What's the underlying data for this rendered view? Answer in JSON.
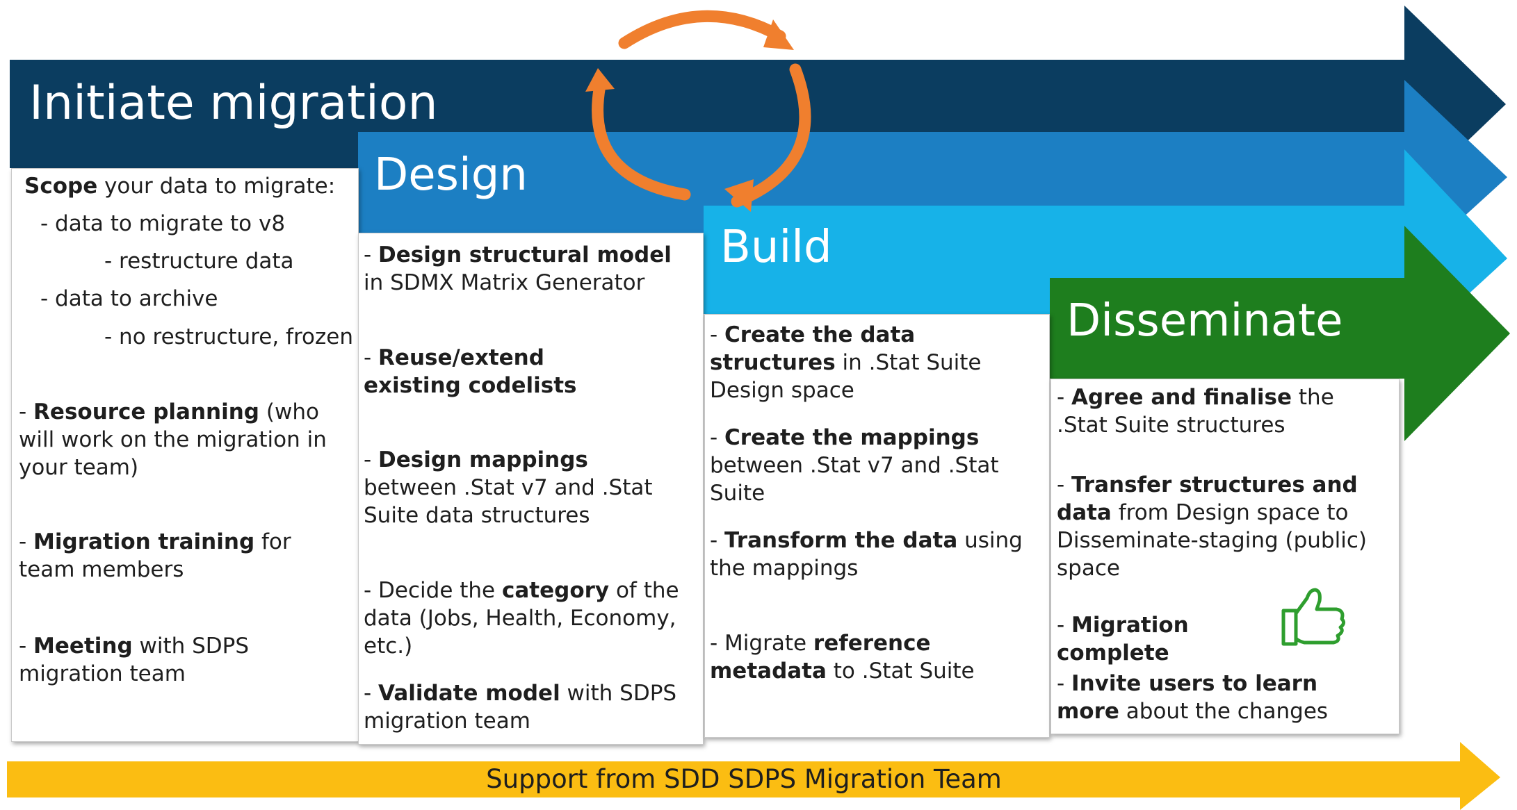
{
  "colors": {
    "initiate": "#0b3d60",
    "design": "#1c7fc3",
    "build": "#17b2e8",
    "disseminate": "#1e7e1e",
    "support": "#fbbd12",
    "cycle": "#f07f2e"
  },
  "phases": {
    "initiate": {
      "title": "Initiate migration",
      "items": [
        {
          "b": "Scope",
          "t": " your data to migrate:"
        },
        {
          "t": "- data to migrate to v8"
        },
        {
          "t": "- restructure data"
        },
        {
          "t": "- data to archive"
        },
        {
          "t": "- no restructure, frozen"
        },
        {
          "p": "- ",
          "b": "Resource planning",
          "t": " (who will work on the migration in your team)"
        },
        {
          "p": "- ",
          "b": "Migration training",
          "t": " for team members"
        },
        {
          "p": "- ",
          "b": "Meeting",
          "t": " with SDPS migration team"
        }
      ]
    },
    "design": {
      "title": "Design",
      "items": [
        {
          "p": "- ",
          "b": "Design structural model",
          "t": " in SDMX Matrix Generator"
        },
        {
          "p": "- ",
          "b": "Reuse/extend existing codelists",
          "t": ""
        },
        {
          "p": "- ",
          "b": "Design mappings",
          "t": " between .Stat v7 and .Stat Suite data structures"
        },
        {
          "p": "- Decide the ",
          "b": "category",
          "t": " of the data (Jobs, Health, Economy, etc.)"
        },
        {
          "p": "- ",
          "b": "Validate model",
          "t": " with SDPS migration team"
        }
      ]
    },
    "build": {
      "title": "Build",
      "items": [
        {
          "p": "- ",
          "b": "Create the data structures",
          "t": " in .Stat Suite Design space"
        },
        {
          "p": "- ",
          "b": "Create the mappings",
          "t": " between .Stat v7 and .Stat Suite"
        },
        {
          "p": "- ",
          "b": "Transform the data",
          "t": " using the mappings"
        },
        {
          "p": "- Migrate ",
          "b": "reference metadata",
          "t": " to .Stat Suite"
        }
      ]
    },
    "disseminate": {
      "title": "Disseminate",
      "items": [
        {
          "p": "- ",
          "b": "Agree and finalise",
          "t": " the .Stat Suite structures"
        },
        {
          "p": "- ",
          "b": "Transfer structures and data",
          "t": " from Design space to Disseminate-staging (public) space"
        },
        {
          "p": "- ",
          "b": "Migration complete",
          "t": ""
        },
        {
          "p": "- ",
          "b": "Invite users to learn more",
          "t": " about the changes"
        }
      ]
    }
  },
  "support": {
    "label": "Support from SDD SDPS Migration Team"
  },
  "icons": {
    "cycle": "cycle-arrows-icon",
    "thumbs": "thumbs-up-icon"
  }
}
